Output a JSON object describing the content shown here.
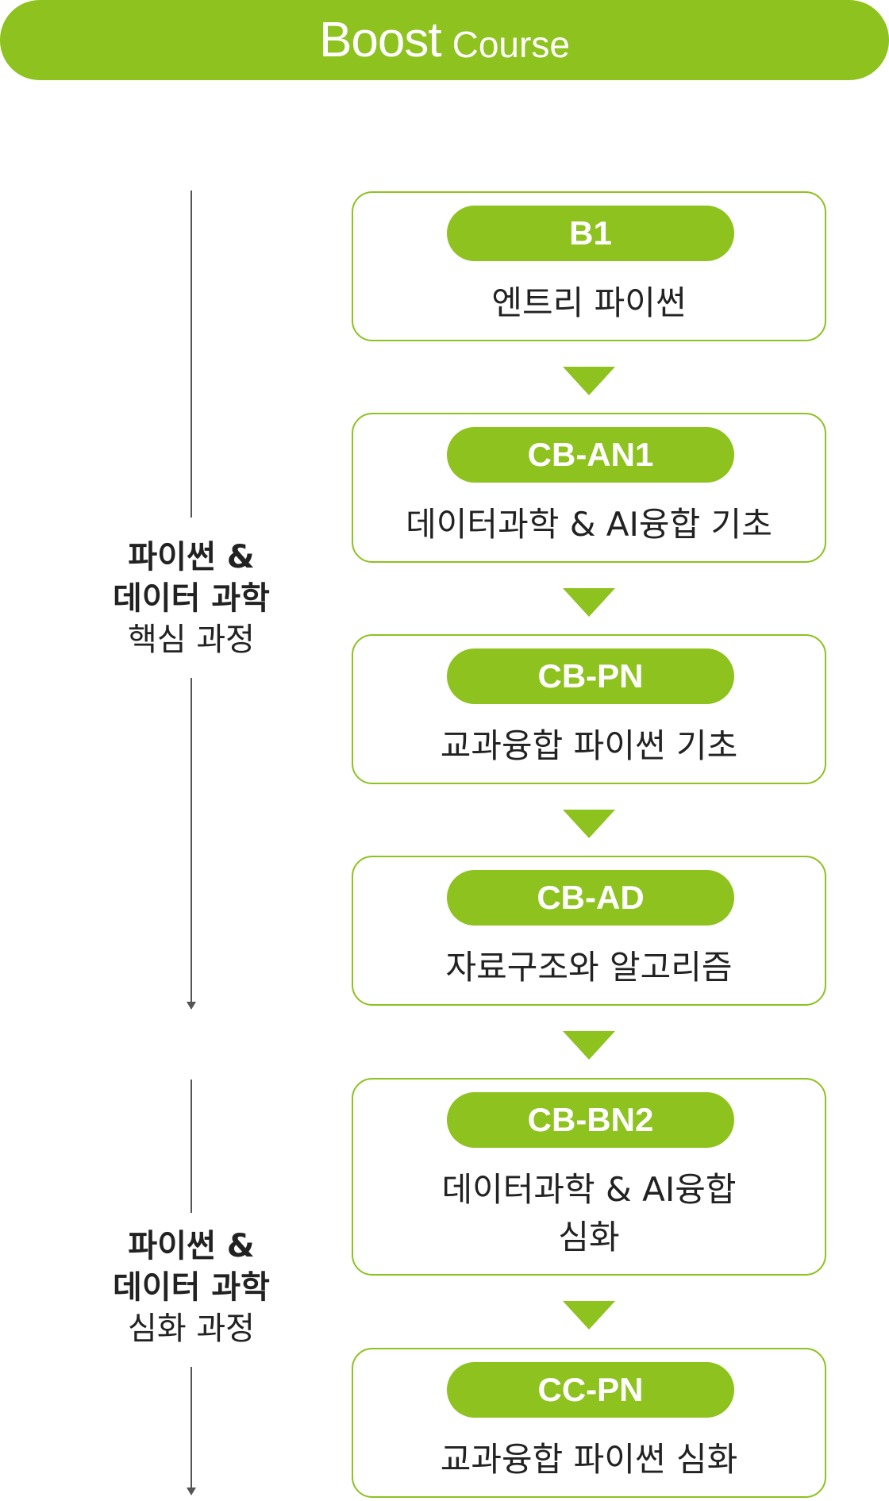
{
  "header": {
    "brand_main": "Boost",
    "brand_sub": "Course"
  },
  "sections": [
    {
      "line1": "파이썬 &",
      "line2": "데이터 과학",
      "line3": "핵심 과정"
    },
    {
      "line1": "파이썬 &",
      "line2": "데이터 과학",
      "line3": "심화 과정"
    }
  ],
  "courses": [
    {
      "code": "B1",
      "title_line1": "엔트리 파이썬",
      "title_line2": ""
    },
    {
      "code": "CB-AN1",
      "title_line1": "데이터과학 & AI융합 기초",
      "title_line2": ""
    },
    {
      "code": "CB-PN",
      "title_line1": "교과융합 파이썬 기초",
      "title_line2": ""
    },
    {
      "code": "CB-AD",
      "title_line1": "자료구조와 알고리즘",
      "title_line2": ""
    },
    {
      "code": "CB-BN2",
      "title_line1": "데이터과학 & AI융합",
      "title_line2": "심화"
    },
    {
      "code": "CC-PN",
      "title_line1": "교과융합 파이썬 심화",
      "title_line2": ""
    }
  ],
  "colors": {
    "accent": "#8dc21f",
    "text": "#222222",
    "line": "#555555"
  }
}
